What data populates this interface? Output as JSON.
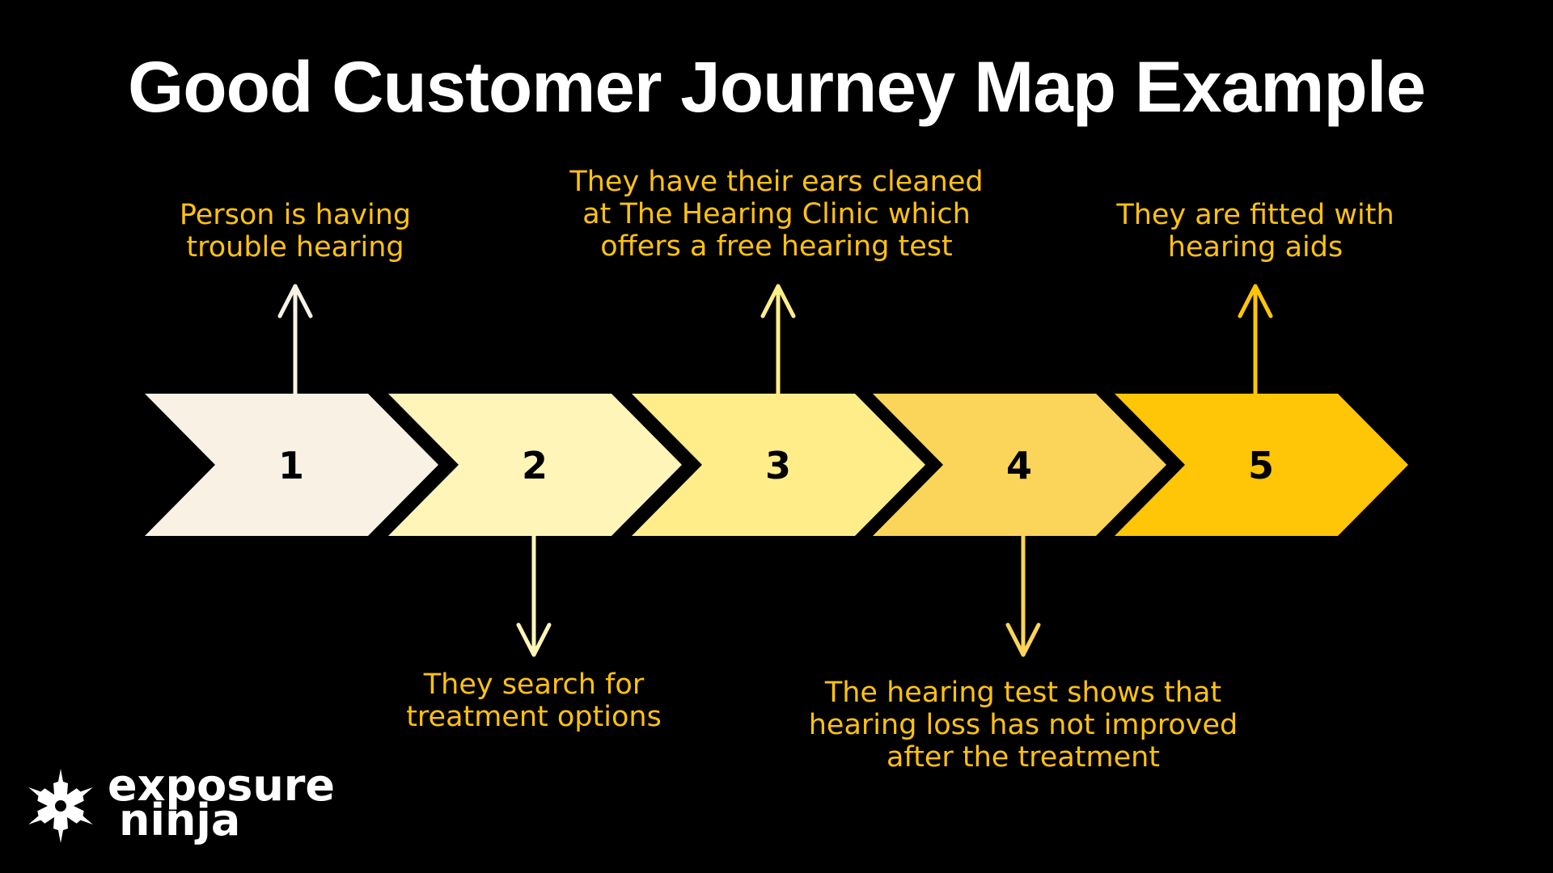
{
  "title": "Good Customer Journey Map Example",
  "colors": {
    "background": "#000000",
    "title": "#FFFFFF",
    "caption": "#FFC20E",
    "number": "#000000"
  },
  "steps": [
    {
      "number": "1",
      "color": "#F9F2E4",
      "arrow": "up",
      "caption": "Person is having\ntrouble hearing"
    },
    {
      "number": "2",
      "color": "#FFF5B9",
      "arrow": "down",
      "caption": "They search for\ntreatment options"
    },
    {
      "number": "3",
      "color": "#FFED8A",
      "arrow": "up",
      "caption": "They have their ears cleaned\nat The Hearing Clinic which\noffers a free hearing test"
    },
    {
      "number": "4",
      "color": "#FBD559",
      "arrow": "down",
      "caption": "The hearing test shows that\nhearing loss has not improved\nafter the treatment"
    },
    {
      "number": "5",
      "color": "#FFC507",
      "arrow": "up",
      "caption": "They are fitted with\nhearing aids"
    }
  ],
  "logo": {
    "icon": "shuriken-icon",
    "line1": "exposure",
    "line2": "ninja"
  }
}
